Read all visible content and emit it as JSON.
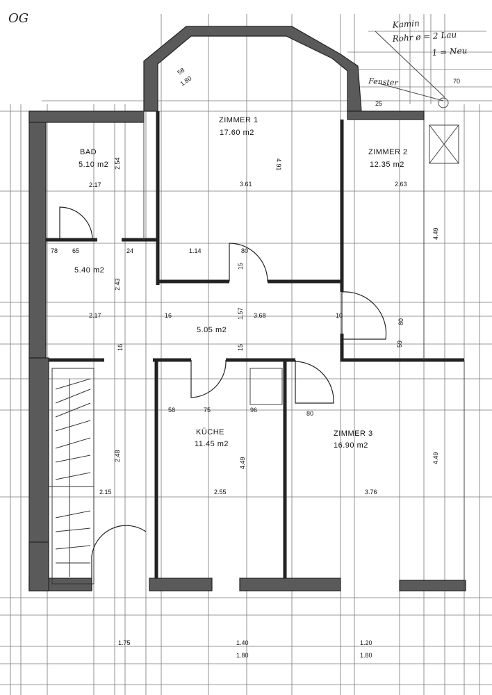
{
  "plan": {
    "level": "OG",
    "rooms": [
      {
        "id": "bad",
        "name": "BAD",
        "area": "5.10 m2"
      },
      {
        "id": "zimmer1",
        "name": "ZIMMER 1",
        "area": "17.60 m2"
      },
      {
        "id": "zimmer2",
        "name": "ZIMMER 2",
        "area": "12.35 m2"
      },
      {
        "id": "flur-small",
        "name": "",
        "area": "5.40 m2"
      },
      {
        "id": "flur",
        "name": "",
        "area": "5.05 m2"
      },
      {
        "id": "kueche",
        "name": "KÜCHE",
        "area": "11.45 m2"
      },
      {
        "id": "zimmer3",
        "name": "ZIMMER 3",
        "area": "16.90 m2"
      }
    ],
    "dimensions": {
      "bay_58": "58",
      "bay_180": "1.80",
      "z1_width": "3.61",
      "z1_height": "4.91",
      "bad_width": "2.17",
      "bad_height": "2.54",
      "z2_width": "2.63",
      "z2_height": "4.49",
      "flur_w": "2.17",
      "flur_h": "2.43",
      "flur_16": "16",
      "flur_368": "3.68",
      "flur_10": "10",
      "d_78": "78",
      "d_65": "65",
      "d_24": "24",
      "d_14": "1.14",
      "d_80a": "80",
      "d_15": "15",
      "d_157": "1.57",
      "d_15b": "15",
      "d_80b": "80",
      "d_59": "59",
      "d_16b": "16",
      "k_58": "58",
      "k_75": "75",
      "k_96": "96",
      "k_80": "80",
      "k_height": "4.49",
      "k_width": "2.55",
      "st_height": "2.48",
      "st_width": "2.15",
      "z3_width": "3.76",
      "z3_height": "4.49",
      "b_175": "1.75",
      "b_140": "1.40",
      "b_180": "1.80",
      "b_120": "1.20",
      "b_180b": "1.80",
      "kam_70": "70",
      "kam_25": "25"
    },
    "notes": {
      "kamin1": "Kamin",
      "kamin2": "Rohr ø = 2 Lau",
      "kamin3": "1 = Neu",
      "fenster": "Fenster"
    }
  }
}
